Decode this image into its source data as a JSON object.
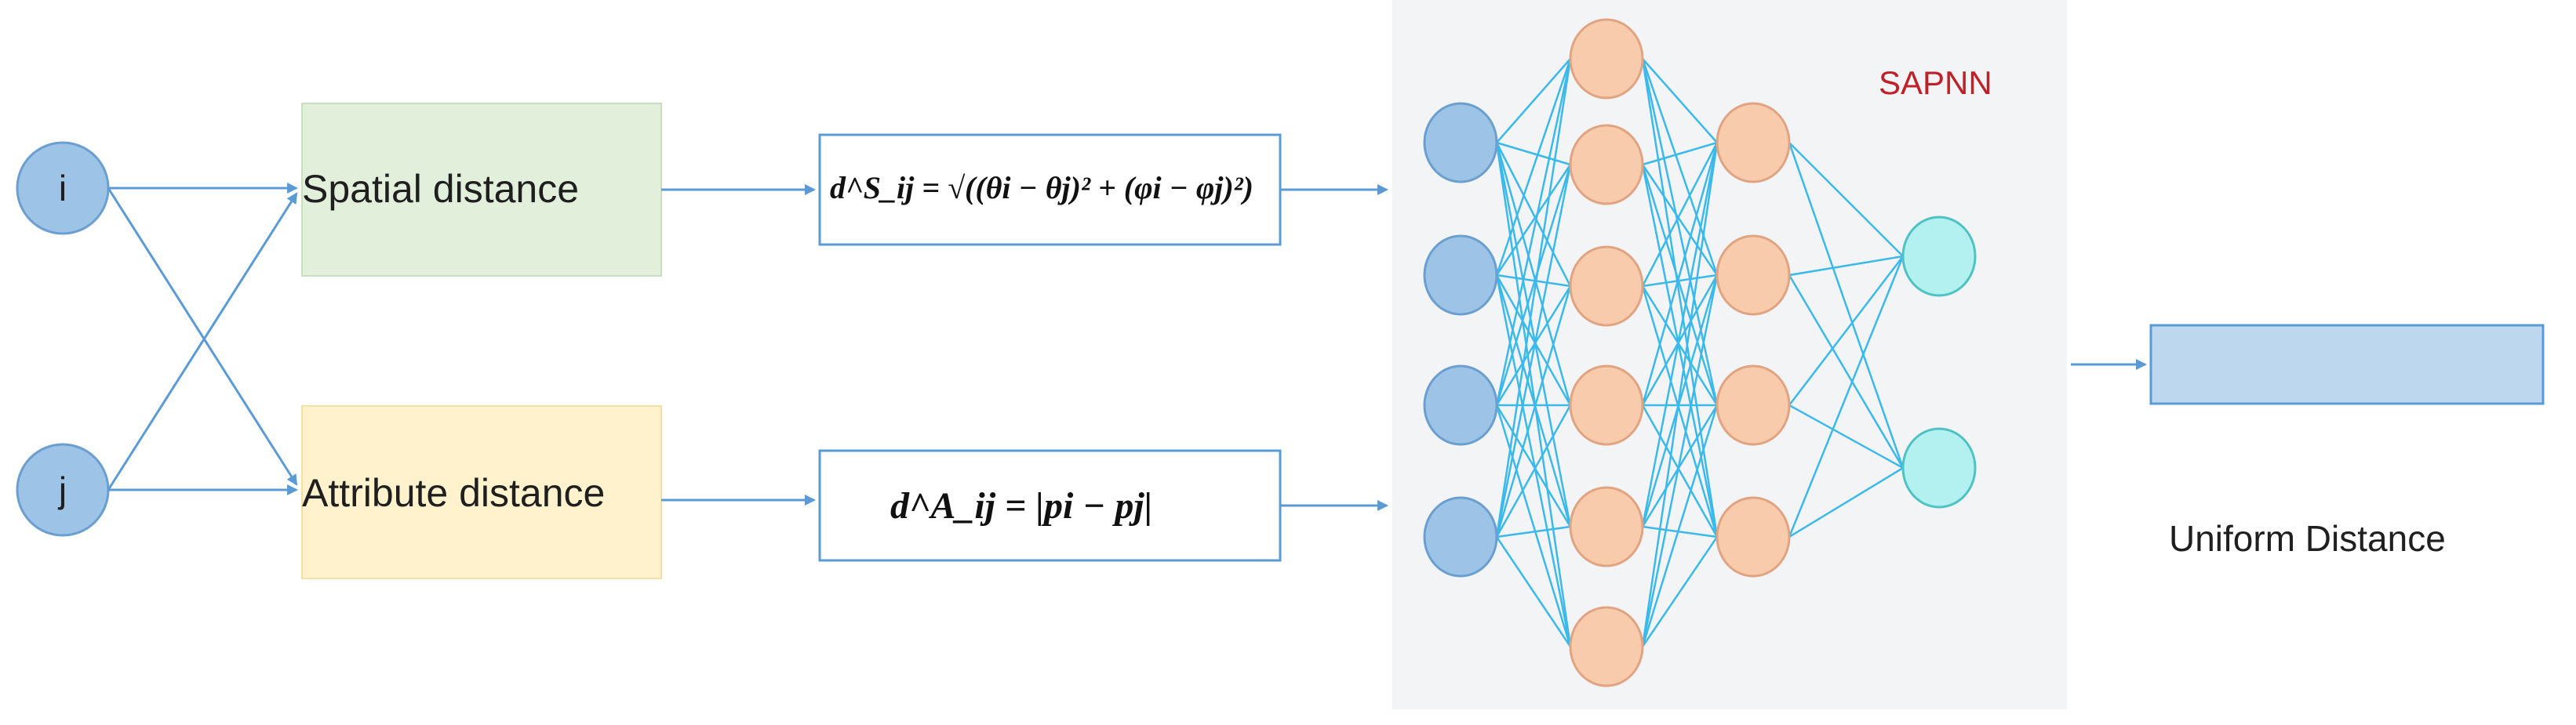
{
  "inputs": {
    "i_label": "i",
    "j_label": "j"
  },
  "boxes": {
    "spatial_label": "Spatial distance",
    "attribute_label": "Attribute distance"
  },
  "formulas": {
    "spatial": "d^S_ij = √((θi − θj)² + (φi − φj)²)",
    "attribute": "d^A_ij = |pi − pj|"
  },
  "network": {
    "title": "SAPNN",
    "layers": [
      4,
      6,
      4,
      2
    ]
  },
  "output": {
    "label": "Uniform Distance"
  },
  "colors": {
    "input_node": "#9dc3e6",
    "spatial_box": "#e2efda",
    "attribute_box": "#fff2cc",
    "hidden_node": "#f8cbad",
    "output_node": "#b3f0f0",
    "output_box": "#bdd7ee",
    "edge": "#3bb9ea",
    "arrow": "#5b9bd5",
    "title": "#c0202a"
  }
}
